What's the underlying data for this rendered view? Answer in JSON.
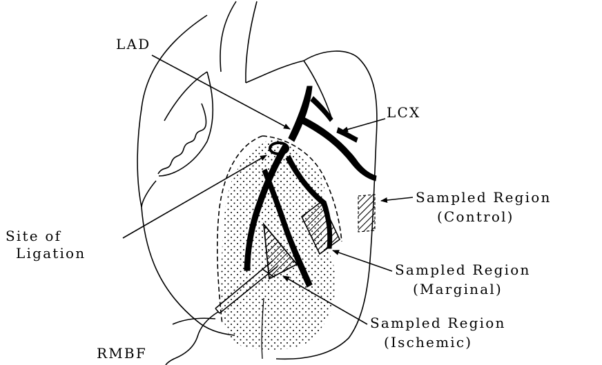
{
  "labels": {
    "lad": "LAD",
    "lcx": "LCX",
    "site_line1": "Site of",
    "site_line2": "Ligation",
    "control_line1": "Sampled Region",
    "control_line2": "(Control)",
    "marginal_line1": "Sampled Region",
    "marginal_line2": "(Marginal)",
    "ischemic_line1": "Sampled Region",
    "ischemic_line2": "(Ischemic)",
    "rmbf": "RMBF"
  }
}
